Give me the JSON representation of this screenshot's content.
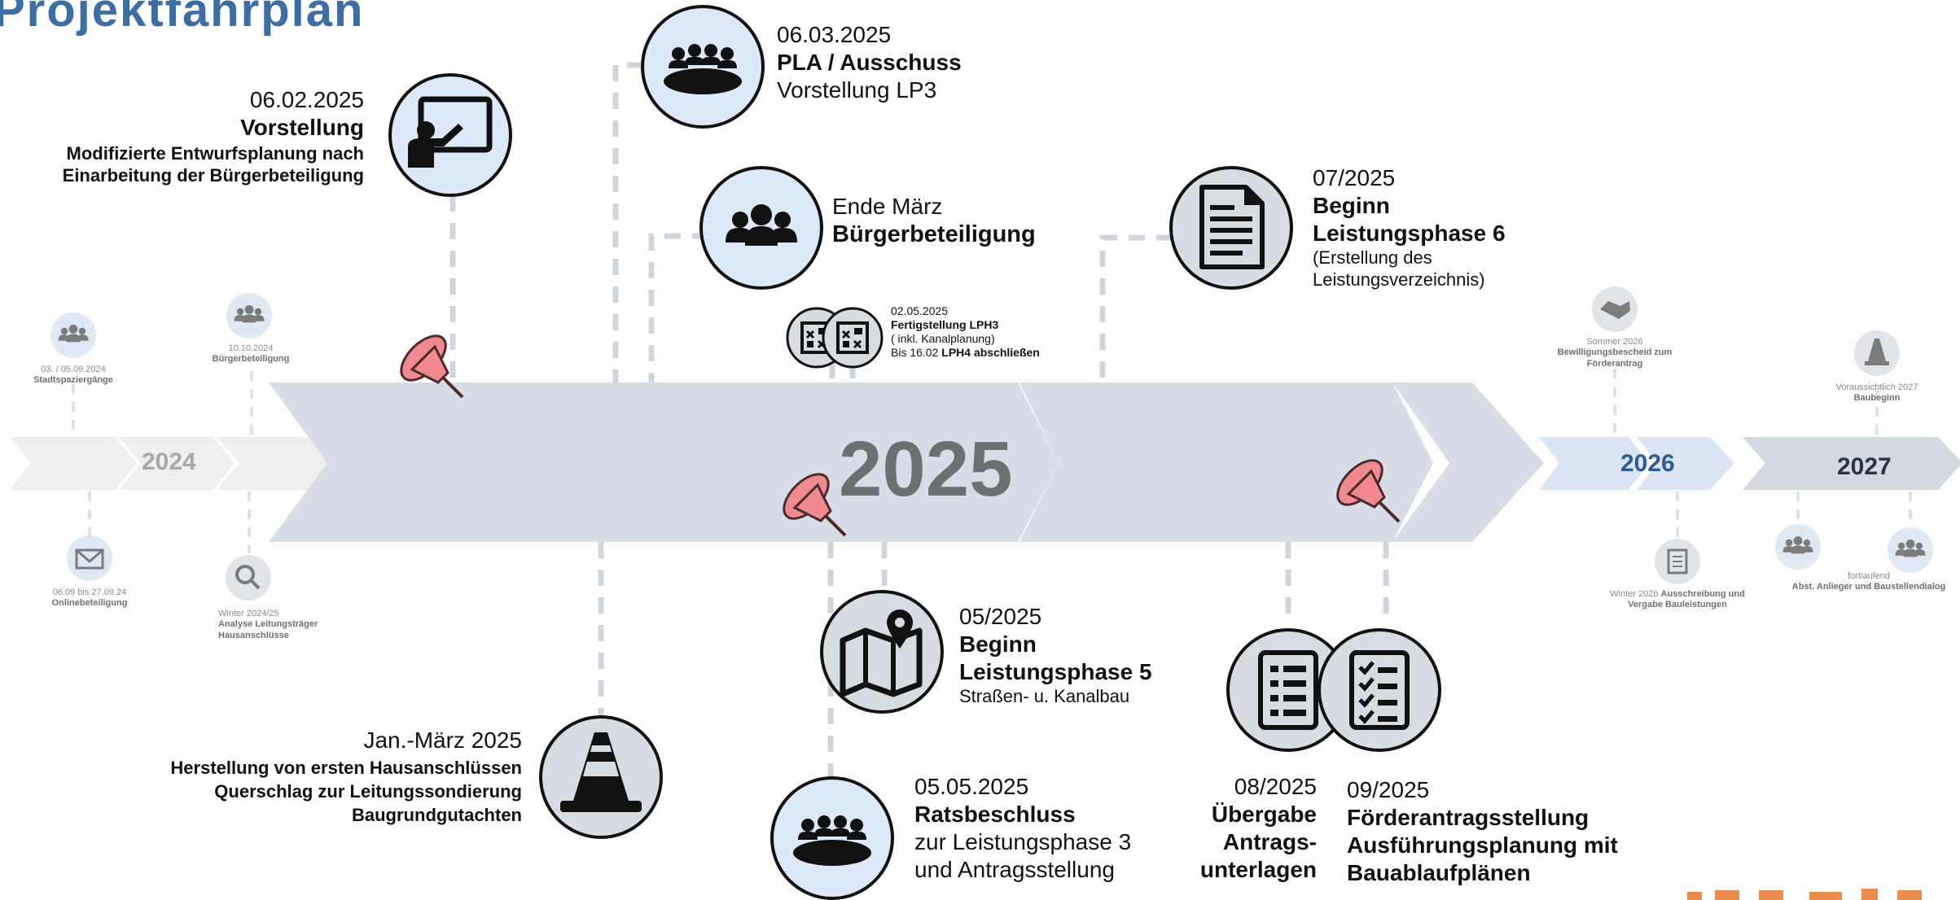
{
  "title": "Projektfahrplan",
  "colors": {
    "title": "#3a6ea5",
    "arrow_2024": "#efefef",
    "arrow_2025": "#d7dce6",
    "arrow_2026": "#dae4f3",
    "arrow_2027": "#d3d8e1",
    "year_2024_text": "#a8a8a8",
    "year_2025_text": "#6d6f73",
    "year_2026_text": "#2f5c95",
    "year_2027_text": "#2d3340",
    "circle_blue": "#dbe9f8",
    "circle_grey": "#d7dbe2",
    "pin": "#f08a8e",
    "accent_orange": "#e8782d"
  },
  "years": {
    "y2024": "2024",
    "y2025": "2025",
    "y2026": "2026",
    "y2027": "2027"
  },
  "milestones": {
    "vorstellung": {
      "date": "06.02.2025",
      "heading": "Vorstellung",
      "line1": "Modifizierte Entwurfsplanung nach",
      "line2": "Einarbeitung der Bürgerbeteiligung",
      "icon": "presentation-icon"
    },
    "pla": {
      "date": "06.03.2025",
      "heading": "PLA / Ausschuss",
      "sub": "Vorstellung LP3",
      "icon": "meeting-icon"
    },
    "buerger": {
      "date": "Ende März",
      "heading": "Bürgerbeteiligung",
      "icon": "group-icon"
    },
    "lp6": {
      "date": "07/2025",
      "heading1": "Beginn",
      "heading2": "Leistungsphase 6",
      "sub1": "(Erstellung des",
      "sub2": "Leistungsverzeichnis)",
      "icon": "document-icon"
    },
    "lph3": {
      "date": "02.05.2025",
      "heading": "Fertigstellung LPH3",
      "sub": "( inkl. Kanalplanung)",
      "sub2_prefix": "Bis 16.02 ",
      "sub2_bold": "LPH4 abschließen",
      "icon": "blueprint-icon"
    },
    "lp5": {
      "date": "05/2025",
      "heading1": "Beginn",
      "heading2": "Leistungsphase 5",
      "sub": "Straßen- u. Kanalbau",
      "icon": "map-icon"
    },
    "rats": {
      "date": "05.05.2025",
      "heading": "Ratsbeschluss",
      "sub1": "zur Leistungsphase 3",
      "sub2": "und Antragsstellung",
      "icon": "meeting-icon"
    },
    "hausanschluss": {
      "date": "Jan.-März 2025",
      "line1": "Herstellung von ersten Hausanschlüssen",
      "line2": "Querschlag zur Leitungssondierung",
      "line3": "Baugrundgutachten",
      "icon": "traffic-cone-icon"
    },
    "uebergabe": {
      "date": "08/2025",
      "line1": "Übergabe",
      "line2": "Antrags-",
      "line3": "unterlagen",
      "icon": "list-icon"
    },
    "foerder": {
      "date": "09/2025",
      "line1": "Förderantragsstellung",
      "line2": "Ausführungsplanung mit",
      "line3": "Bauablaufplänen",
      "icon": "checklist-icon"
    }
  },
  "small_milestones": {
    "stadtspaziergaenge": {
      "date": "03. / 05.09.2024",
      "label": "Stadtspaziergänge",
      "icon": "group-icon"
    },
    "buergerbeteiligung_2024": {
      "date": "10.10.2024",
      "label": "Bürgerbeteiligung",
      "icon": "group-icon"
    },
    "onlinebeteiligung": {
      "date": "06.09 bis 27.09.24",
      "label": "Onlinebeteiligung",
      "icon": "mail-icon"
    },
    "analyse": {
      "date": "Winter 2024/25",
      "label1": "Analyse Leitungsträger",
      "label2": "Hausanschlüsse",
      "icon": "search-icon"
    },
    "bewilligung": {
      "date": "Sommer 2026",
      "label1": "Bewilligungsbescheid zum",
      "label2": "Förderantrag",
      "icon": "handshake-icon"
    },
    "ausschreibung": {
      "date_prefix": "Winter 2026 ",
      "label1": "Ausschreibung und",
      "label2": "Vergabe Bauleistungen",
      "icon": "checklist-icon"
    },
    "baubeginn": {
      "date": "Voraussichtlich 2027",
      "label": "Baubeginn",
      "icon": "traffic-cone-icon"
    },
    "anlieger": {
      "date": "fortlaufend",
      "label": "Abst. Anlieger und Baustellendialog",
      "icon": "group-icon"
    }
  }
}
